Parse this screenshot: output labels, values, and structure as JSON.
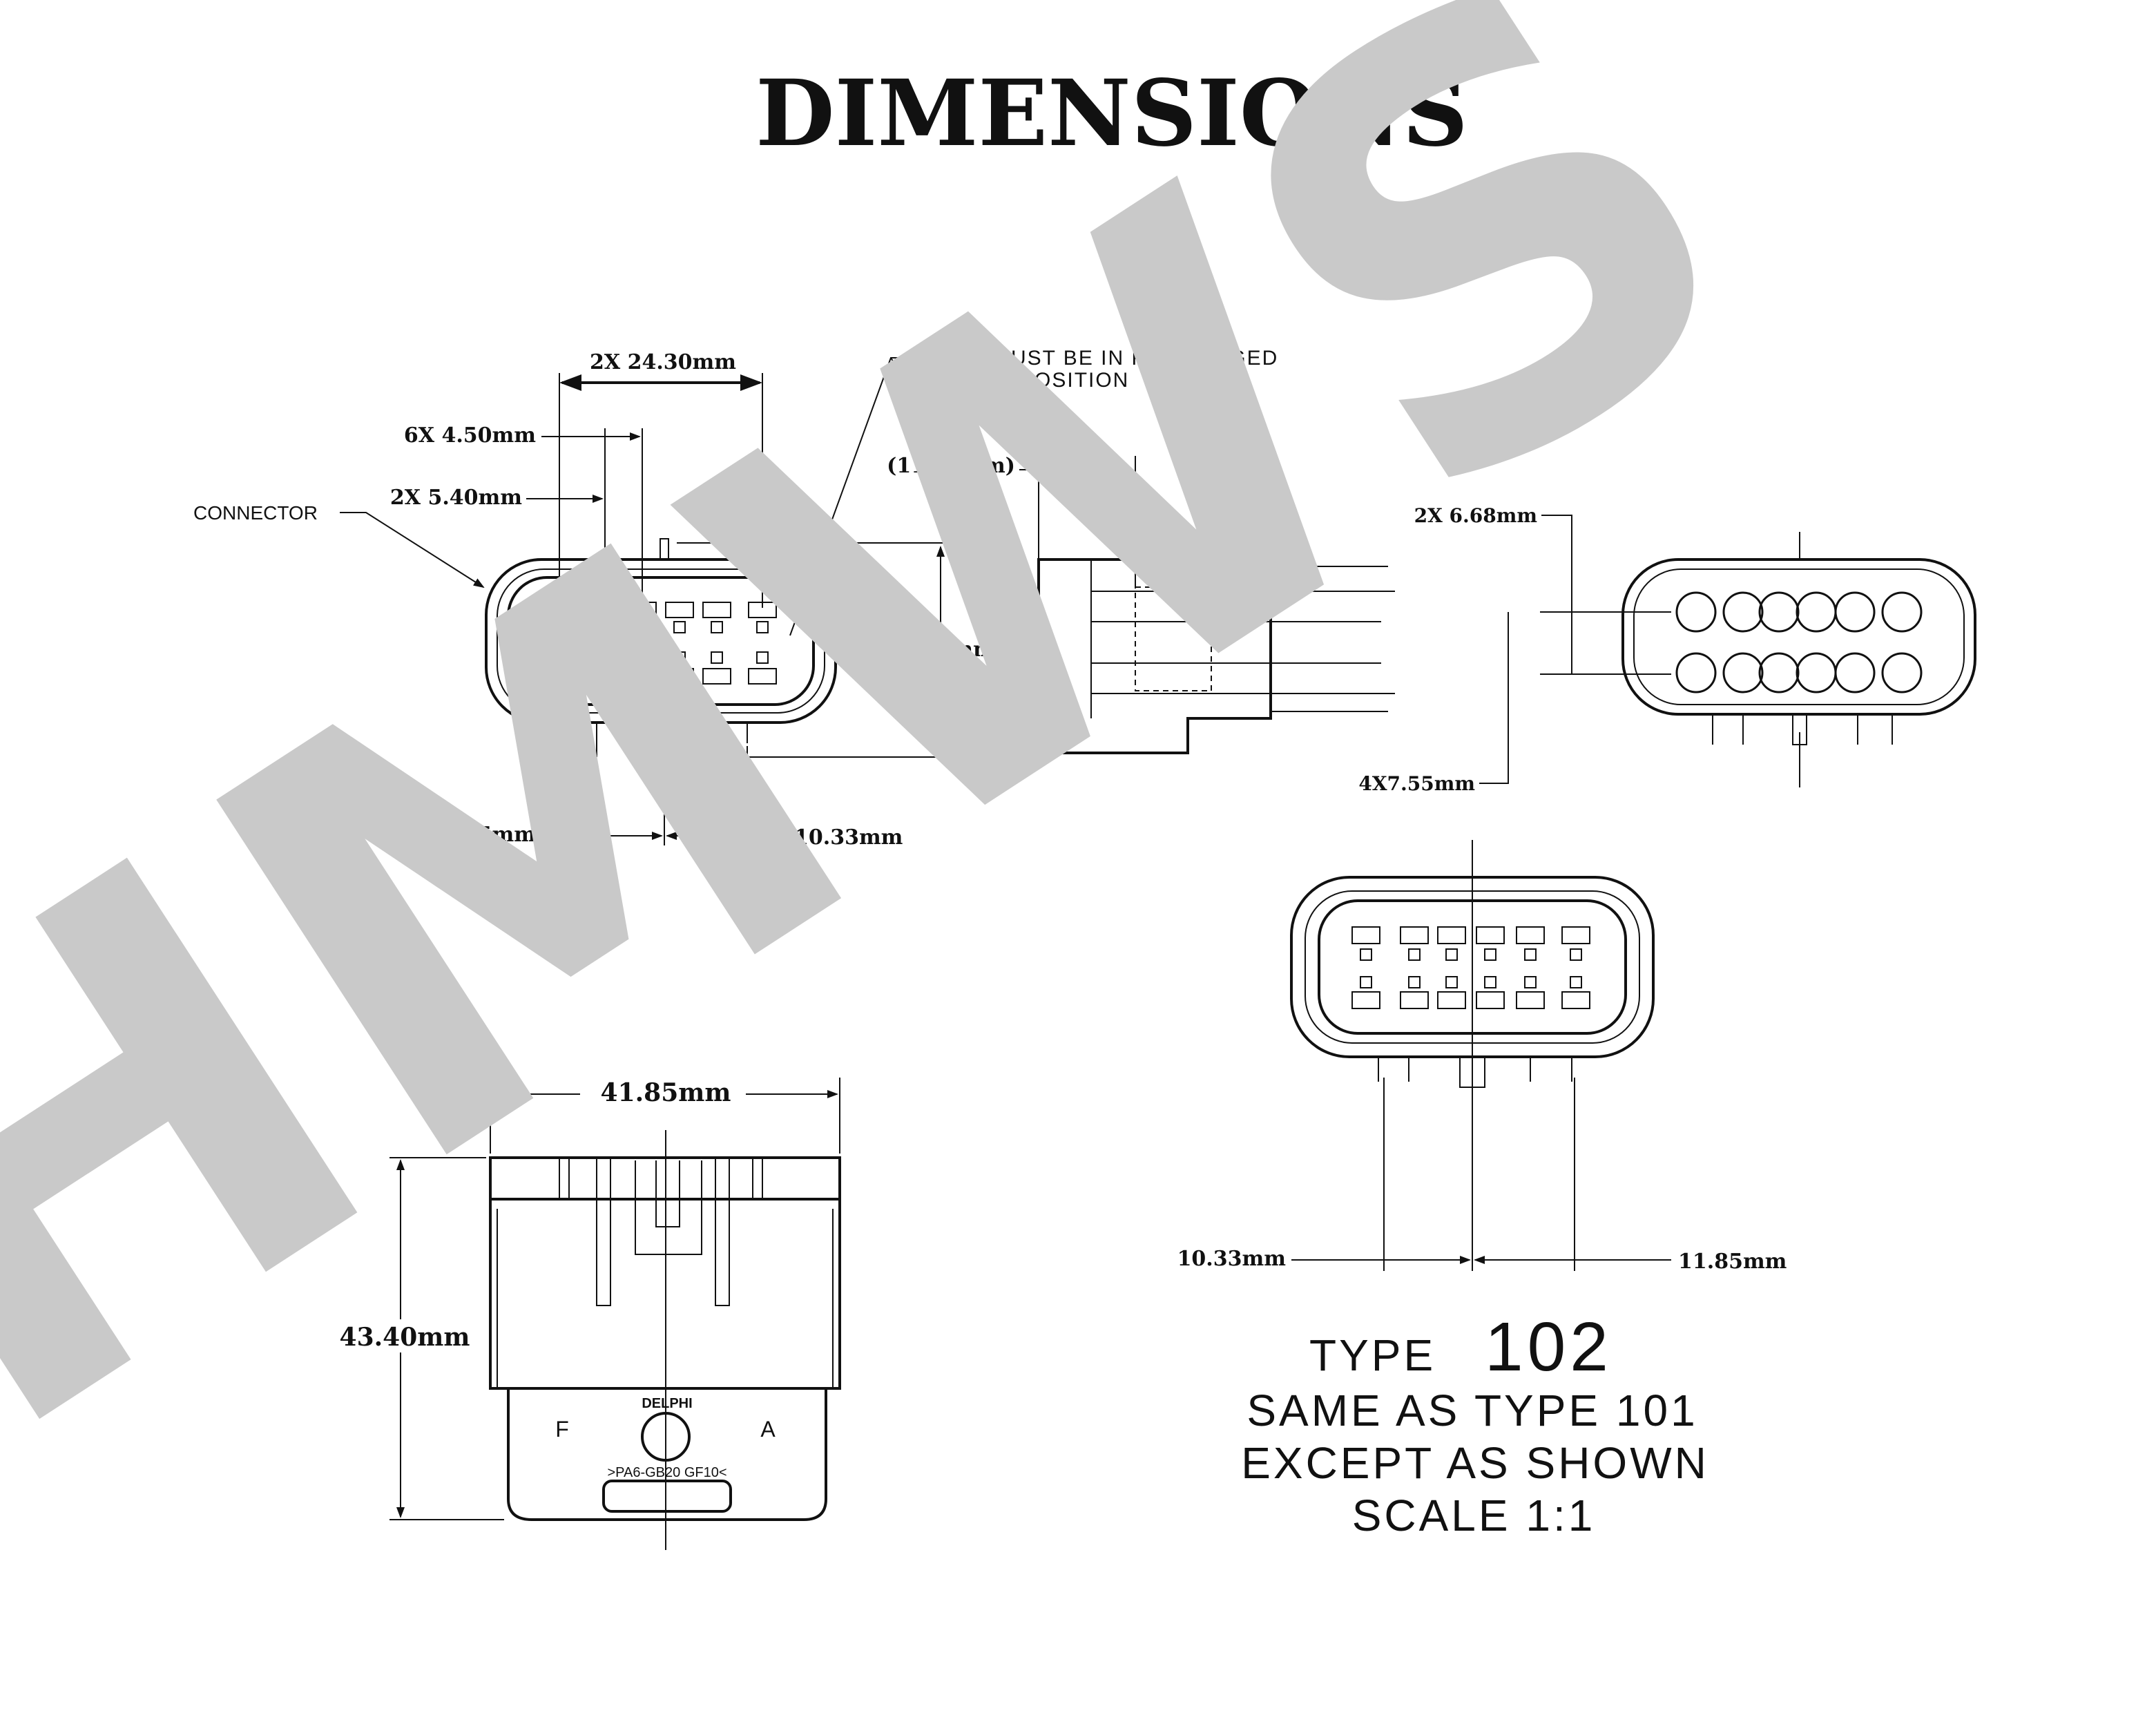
{
  "title": "DIMENSIONS",
  "watermark": "HMWS",
  "front_view": {
    "connector_label": "CONNECTOR",
    "dim_width": "2X 24.30mm",
    "dim_pitch": "6X 4.50mm",
    "dim_offset": "2X 5.40mm",
    "dim_height": "25.45mm",
    "dim_left": "11.85mm",
    "dim_right": "10.33mm"
  },
  "side_view": {
    "plr_note_line1": "PLR - MUST BE IN PRE-STAGED",
    "plr_note_line2": "POSITION",
    "dim_depth": "(11.16mm)"
  },
  "rear_view": {
    "dim_row": "2X 6.68mm",
    "dim_col": "4X7.55mm"
  },
  "top_view": {
    "dim_width": "41.85mm",
    "dim_height": "43.40mm",
    "brand": "DELPHI",
    "mark_left": "F",
    "mark_right": "A",
    "material": ">PA6-GB20 GF10<"
  },
  "type102_view": {
    "dim_left": "10.33mm",
    "dim_right": "11.85mm"
  },
  "notes": {
    "type_label": "TYPE",
    "type_number": "102",
    "line2": "SAME AS TYPE 101",
    "line3": "EXCEPT AS SHOWN",
    "line4": "SCALE 1:1"
  }
}
